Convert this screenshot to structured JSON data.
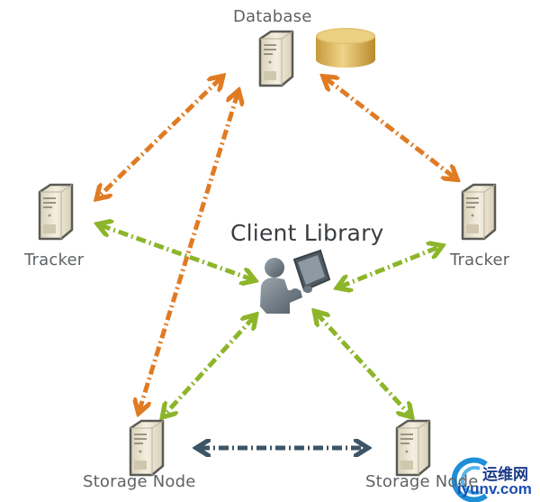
{
  "diagram": {
    "nodes": {
      "database": {
        "label": "Database"
      },
      "tracker_left": {
        "label": "Tracker"
      },
      "tracker_right": {
        "label": "Tracker"
      },
      "client": {
        "label": "Client Library"
      },
      "storage_left": {
        "label": "Storage Node"
      },
      "storage_right": {
        "label": "Storage Node"
      }
    },
    "edges": [
      {
        "from": "database",
        "to": "tracker_left",
        "kind": "bidirectional",
        "color": "#e07b23"
      },
      {
        "from": "database",
        "to": "storage_left",
        "kind": "bidirectional",
        "color": "#e07b23"
      },
      {
        "from": "database",
        "to": "tracker_right",
        "kind": "bidirectional",
        "color": "#e07b23"
      },
      {
        "from": "client",
        "to": "tracker_left",
        "kind": "bidirectional",
        "color": "#8db52a"
      },
      {
        "from": "client",
        "to": "tracker_right",
        "kind": "bidirectional",
        "color": "#8db52a"
      },
      {
        "from": "client",
        "to": "storage_left",
        "kind": "bidirectional",
        "color": "#8db52a"
      },
      {
        "from": "client",
        "to": "storage_right",
        "kind": "bidirectional",
        "color": "#8db52a"
      },
      {
        "from": "storage_left",
        "to": "storage_right",
        "kind": "bidirectional",
        "color": "#3d5566"
      }
    ],
    "colors": {
      "orange": "#e07b23",
      "green": "#8db52a",
      "navy": "#3d5566",
      "server_body": "#ece6d3",
      "db_gold": "#d9b55a",
      "person": "#6b7680"
    }
  },
  "watermark": {
    "cn_text": "运维网",
    "domain_text": "iyunv.com"
  }
}
